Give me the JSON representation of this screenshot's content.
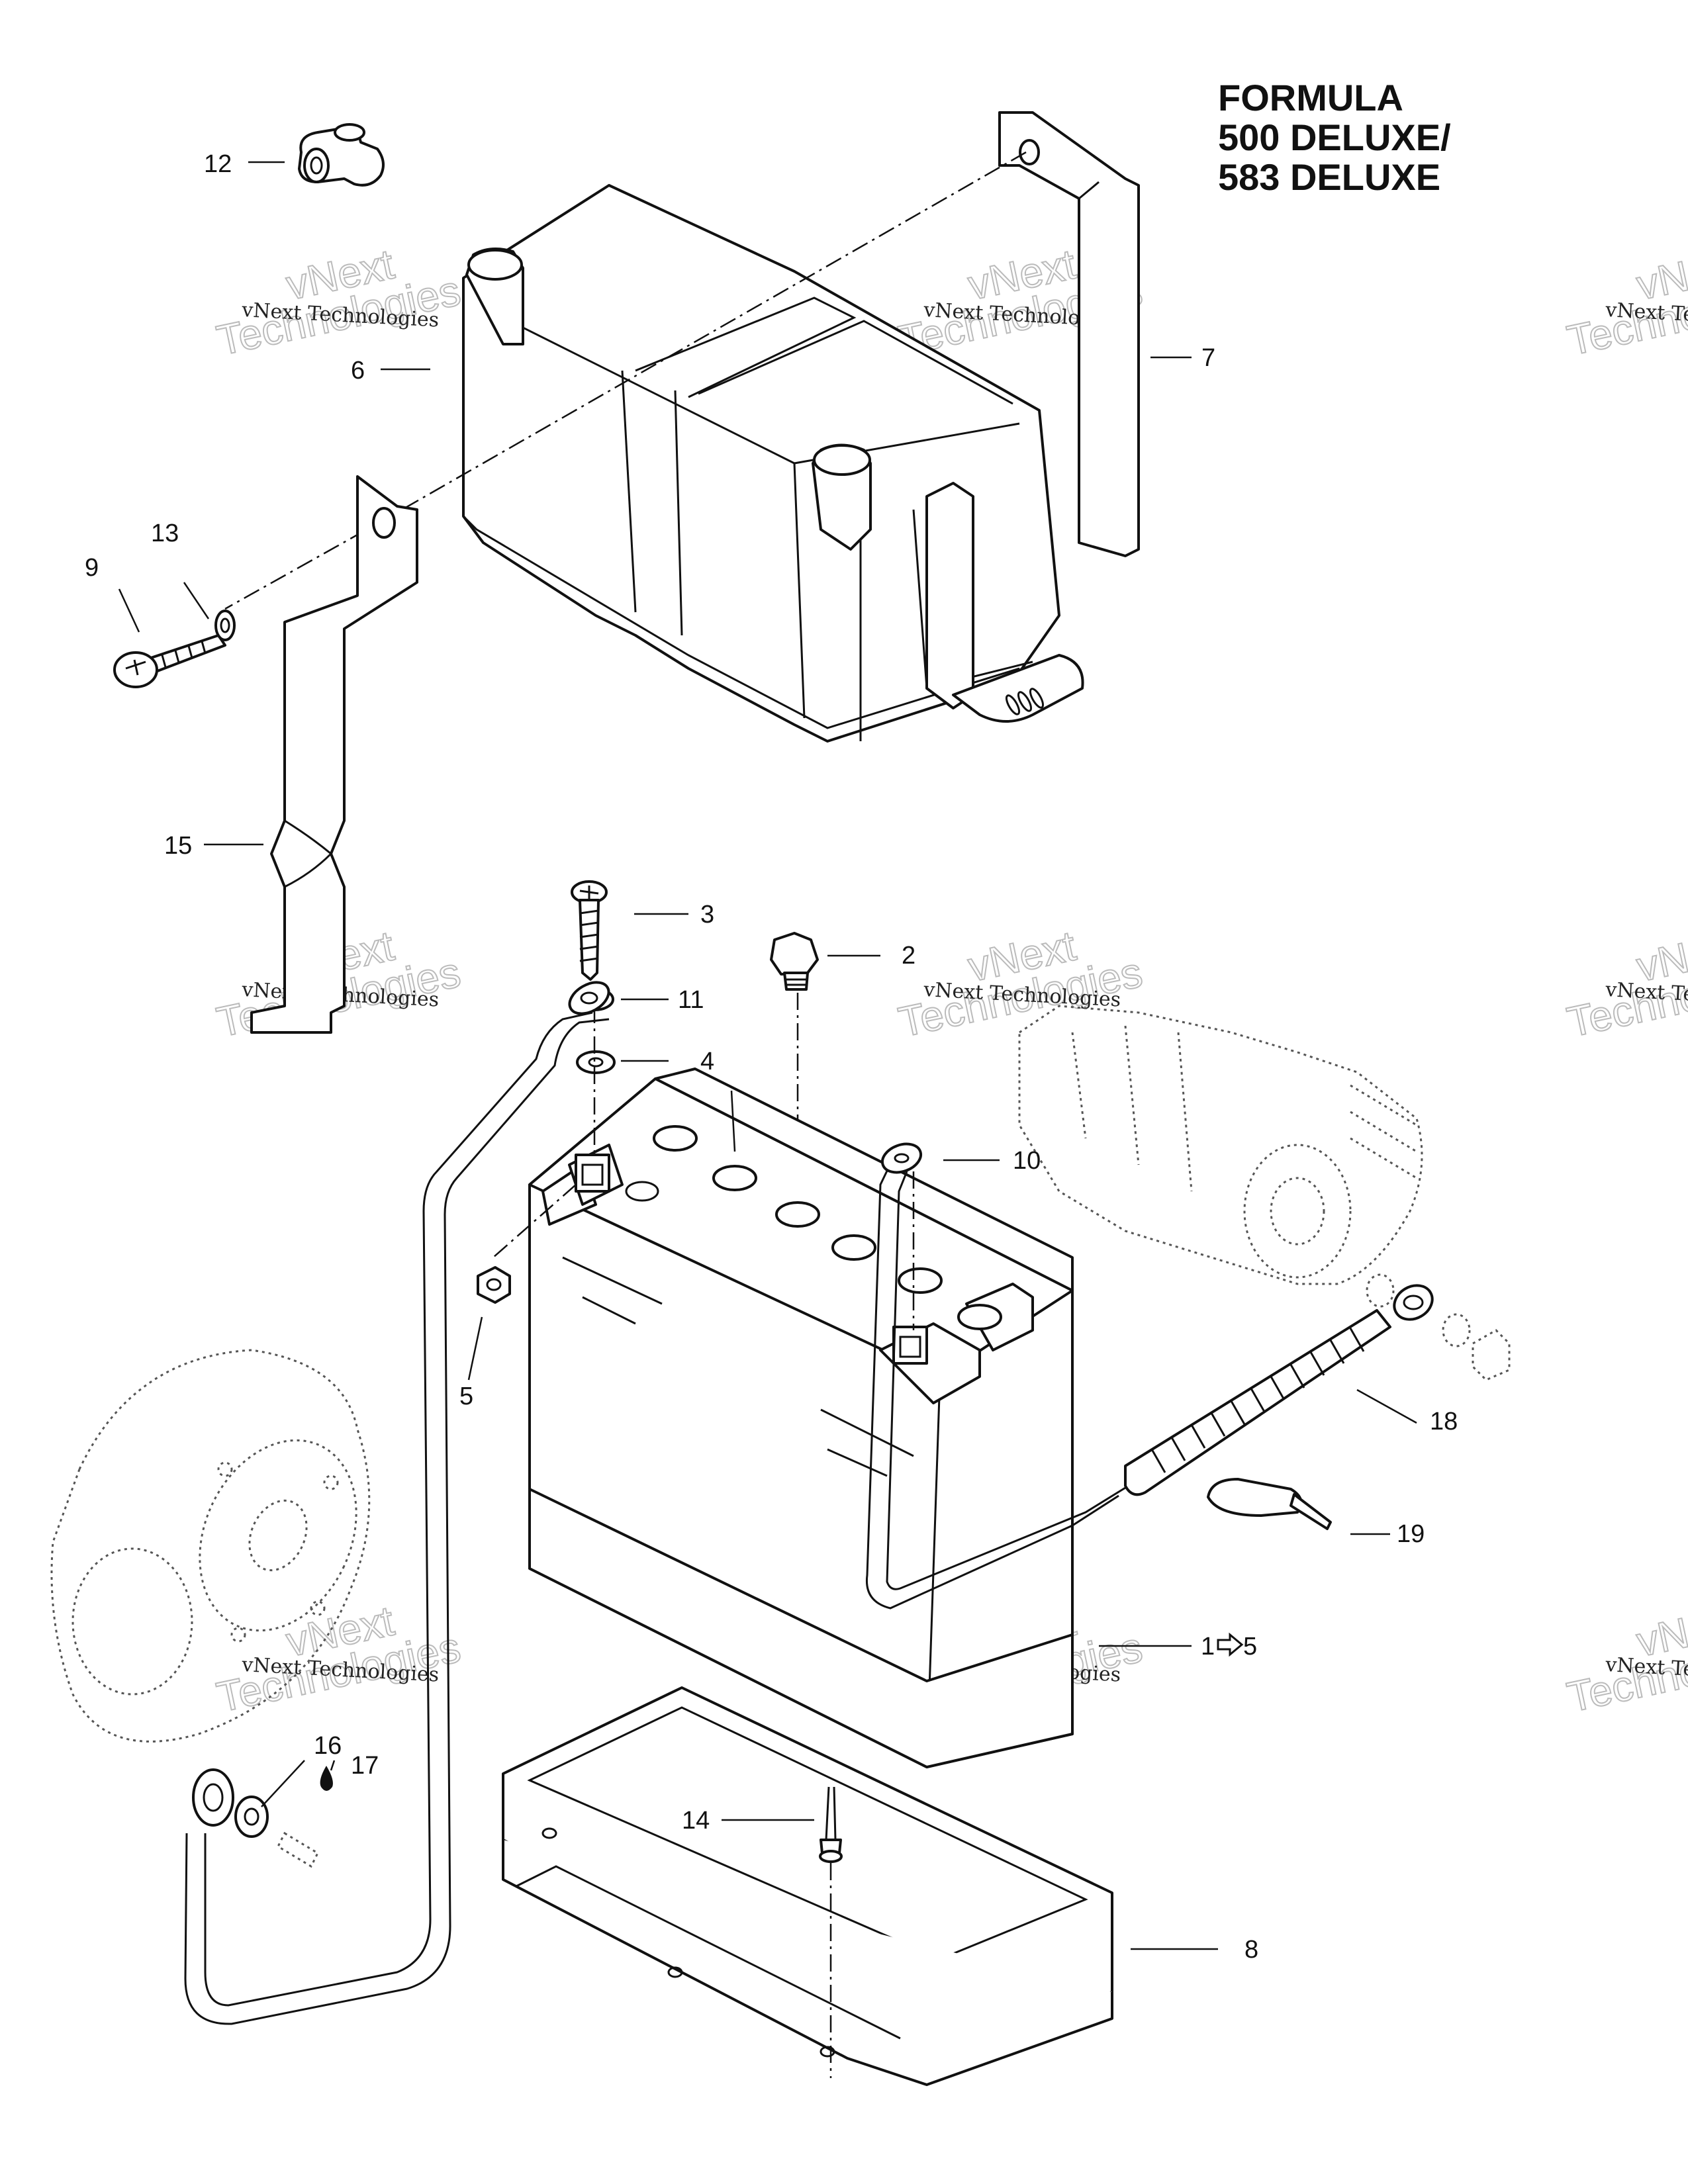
{
  "title": {
    "line1": "FORMULA",
    "line2": "500 DELUXE/",
    "line3": "583 DELUXE"
  },
  "watermark": {
    "line1": "vNext Technologies",
    "line2": "vNext",
    "line3": "Technologies"
  },
  "callouts": {
    "c1": "1",
    "c1_suffix": "5",
    "c2": "2",
    "c3": "3",
    "c4": "4",
    "c5": "5",
    "c6": "6",
    "c7": "7",
    "c8": "8",
    "c9": "9",
    "c10": "10",
    "c11": "11",
    "c12": "12",
    "c13": "13",
    "c14": "14",
    "c15": "15",
    "c16": "16",
    "c17": "17",
    "c18": "18",
    "c19": "19"
  }
}
